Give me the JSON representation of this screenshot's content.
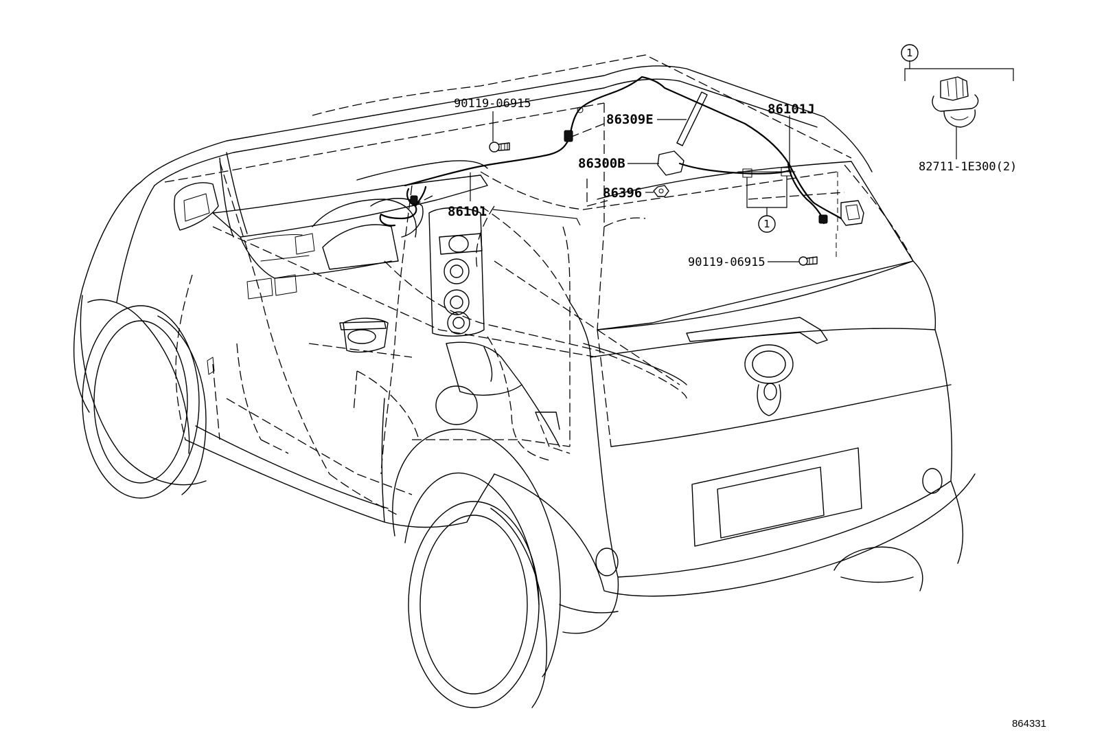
{
  "labels": {
    "bolt_front": "90119-06915",
    "antenna_pole": "86309E",
    "antenna_base": "86300B",
    "nut": "86396",
    "cord_front": "86101",
    "cord_rear": "86101J",
    "bolt_rear": "90119-06915",
    "clamp": "82711-1E300(2)",
    "group_ref_kit": "1",
    "group_ref_car": "1"
  },
  "diagram_code": "864331"
}
